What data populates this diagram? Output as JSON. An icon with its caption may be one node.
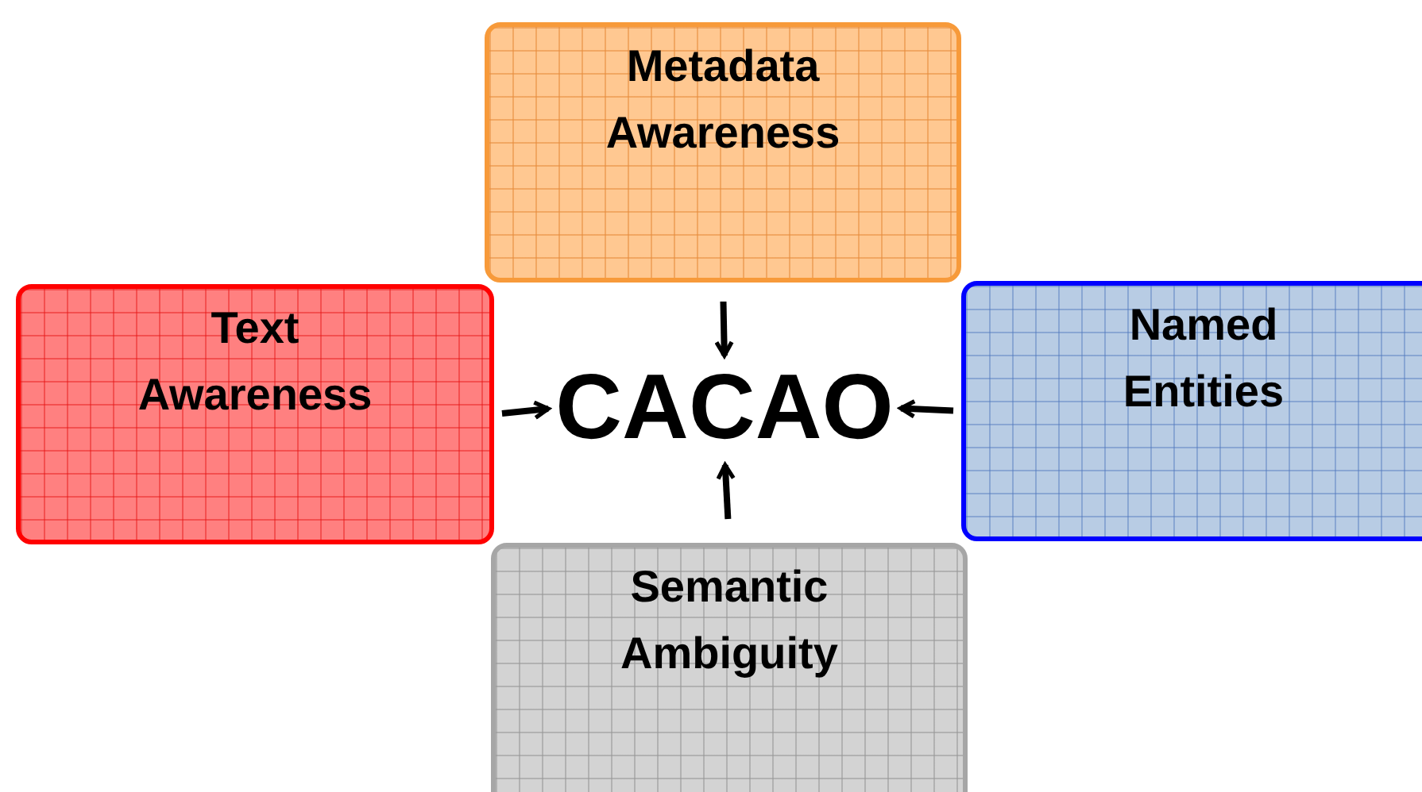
{
  "diagram": {
    "nodes": [
      {
        "text": [
          "Metadata Awareness"
        ]
      },
      {
        "text": [
          "Text Awareness"
        ]
      },
      {
        "text": [
          "CACAO"
        ]
      },
      {
        "text": [
          "Named Entities"
        ]
      },
      {
        "text": [
          "Semantic Ambiguity"
        ]
      }
    ],
    "edges": [
      {
        "from": 0,
        "to": 2,
        "arrow": "to"
      },
      {
        "from": 1,
        "to": 2,
        "arrow": "to"
      },
      {
        "from": 3,
        "to": 2,
        "arrow": "to"
      },
      {
        "from": 4,
        "to": 2,
        "arrow": "to"
      }
    ]
  }
}
